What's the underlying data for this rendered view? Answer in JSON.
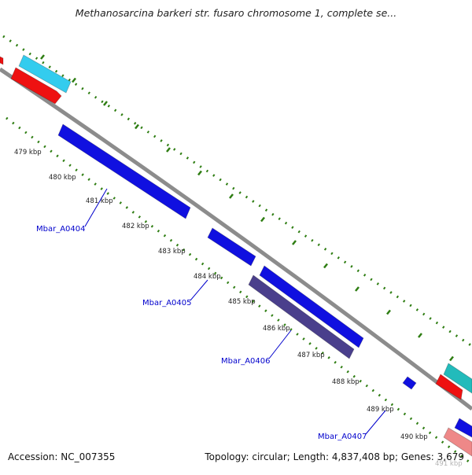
{
  "title": "Methanosarcina barkeri str. fusaro chromosome 1, complete se...",
  "footer": {
    "accession": "Accession: NC_007355",
    "summary": "Topology: circular; Length: 4,837,408 bp; Genes: 3,679"
  },
  "ticks": [
    {
      "label": "479 kbp"
    },
    {
      "label": "480 kbp"
    },
    {
      "label": "481 kbp"
    },
    {
      "label": "482 kbp"
    },
    {
      "label": "483 kbp"
    },
    {
      "label": "484 kbp"
    },
    {
      "label": "485 kbp"
    },
    {
      "label": "486 kbp"
    },
    {
      "label": "487 kbp"
    },
    {
      "label": "488 kbp"
    },
    {
      "label": "489 kbp"
    },
    {
      "label": "490 kbp"
    },
    {
      "label": "491 kbp"
    }
  ],
  "genes": [
    {
      "name": "Mbar_A0404"
    },
    {
      "name": "Mbar_A0405"
    },
    {
      "name": "Mbar_A0406"
    },
    {
      "name": "Mbar_A0407"
    }
  ],
  "colors": {
    "backbone": "#8c8c8c",
    "dots": "#2e7d12",
    "gene_blue": "#1010e0",
    "gene_purple": "#4a3f8c",
    "gene_red": "#ee1111",
    "gene_lightblue": "#33ccee",
    "gene_teal": "#22bbbb",
    "gene_pink": "#ee8888",
    "label_blue": "#0000cc",
    "tick_text": "#222222"
  }
}
